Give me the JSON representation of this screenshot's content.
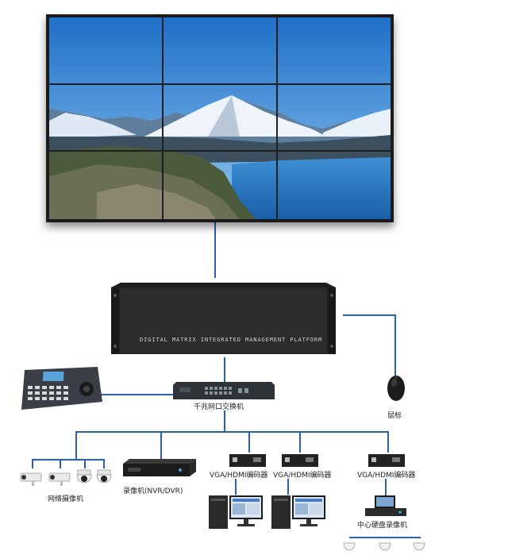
{
  "platform": {
    "label": "DIGITAL MATRIX INTEGRATED MANAGEMENT PLATFORM"
  },
  "switch": {
    "label": "千兆网口交换机"
  },
  "mouse": {
    "label": "鼠标"
  },
  "cameras": {
    "label": "网络摄像机"
  },
  "nvr": {
    "label": "录像机(NVR/DVR)"
  },
  "encoders": [
    {
      "label": "VGA/HDMI编码器"
    },
    {
      "label": "VGA/HDMI编码器"
    },
    {
      "label": "VGA/HDMI编码器"
    }
  ],
  "hdd_recorder": {
    "label": "中心硬盘录像机"
  },
  "colors": {
    "connector": "#2b5fb0"
  }
}
